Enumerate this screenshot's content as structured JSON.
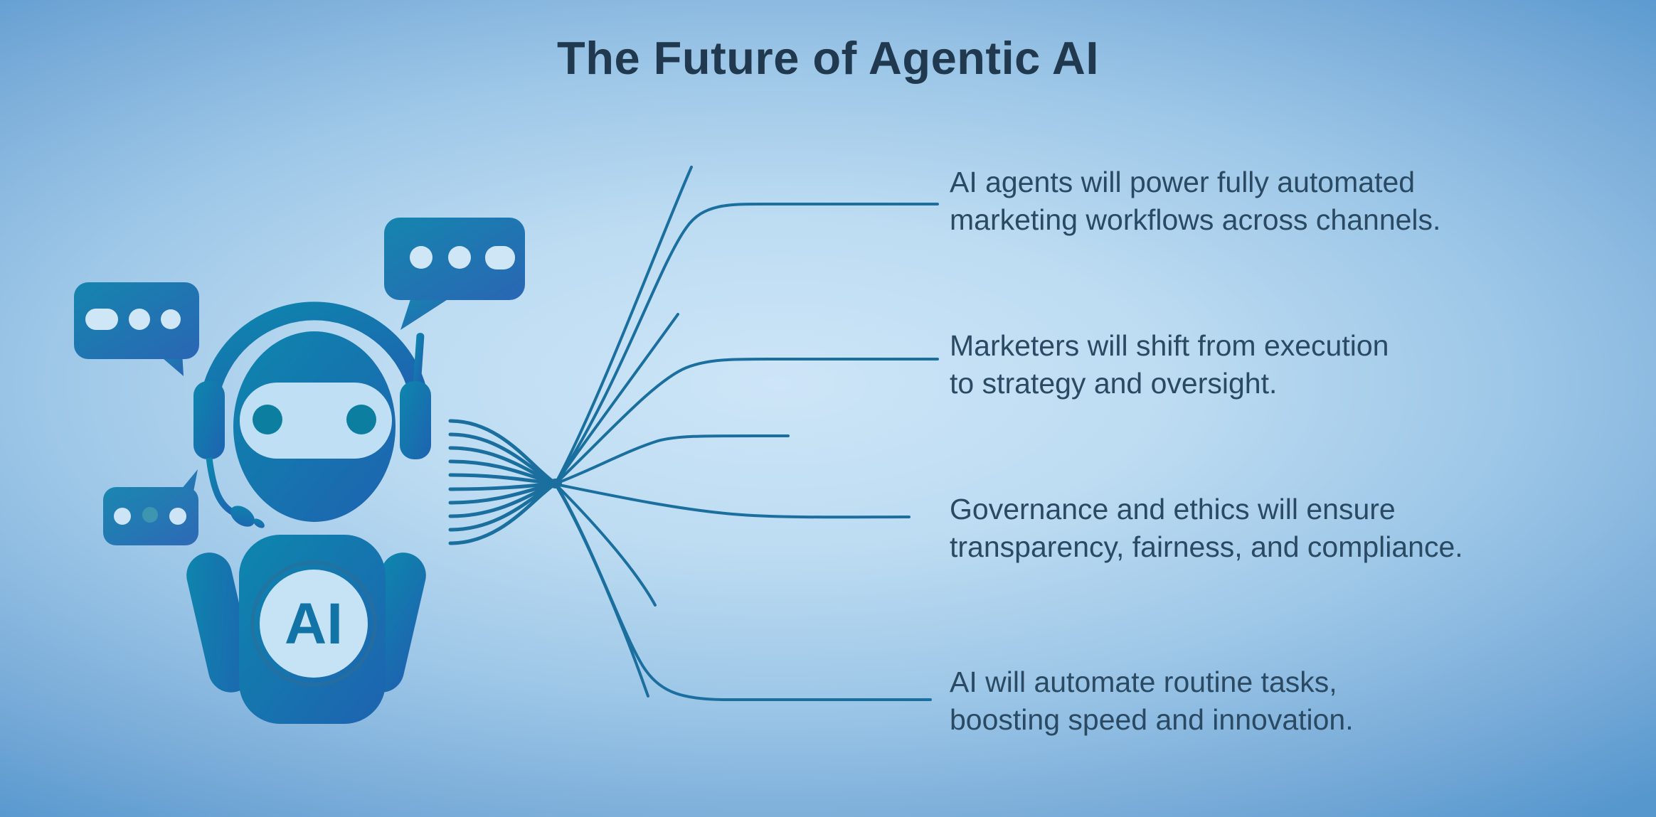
{
  "title": "The Future of Agentic AI",
  "robot": {
    "badge_label": "AI"
  },
  "insights": [
    {
      "line1": "AI agents will power fully automated",
      "line2": "marketing workflows across channels."
    },
    {
      "line1": "Marketers will shift from execution",
      "line2": "to strategy and oversight."
    },
    {
      "line1": "Governance and ethics will ensure",
      "line2": "transparency, fairness, and compliance."
    },
    {
      "line1": "AI will automate routine tasks,",
      "line2": "boosting speed and innovation."
    }
  ],
  "colors": {
    "background_center": "#cde5f7",
    "background_edge": "#5697ce",
    "accent_teal": "#0d86ad",
    "accent_blue": "#1e63b0",
    "connector_line": "#1a6f9f",
    "title_text": "#21394f",
    "body_text": "#2a4a63",
    "visor_light": "#bfdff4"
  }
}
